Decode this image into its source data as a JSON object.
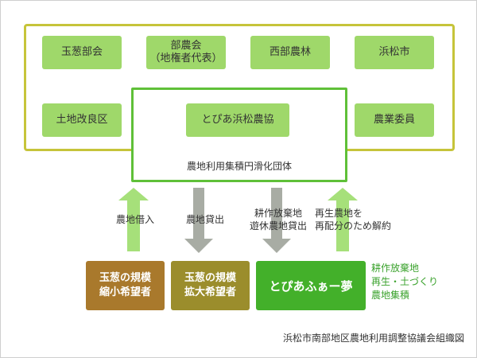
{
  "orgs": {
    "tamanegi": "玉葱部会",
    "nouka_line1": "部農会",
    "nouka_line2": "（地権者代表）",
    "seibu": "西部農林",
    "hamamatsu": "浜松市",
    "tochi": "土地改良区",
    "toppia": "とぴあ浜松農協",
    "iin": "農業委員"
  },
  "inner_group_label": "農地利用集積円滑化団体",
  "arrows": {
    "borrow": "農地借入",
    "lend": "農地貸出",
    "abandoned_line1": "耕作放棄地",
    "abandoned_line2": "遊休農地貸出",
    "renew_line1": "再生農地を",
    "renew_line2": "再配分のため解約"
  },
  "bottom": {
    "shrink_line1": "玉葱の規模",
    "shrink_line2": "縮小希望者",
    "expand_line1": "玉葱の規模",
    "expand_line2": "拡大希望者",
    "dream": "とぴあふぁー夢"
  },
  "side_notes": {
    "line1": "耕作放棄地",
    "line2": "再生・土づくり",
    "line3": "農地集積"
  },
  "caption": "浜松市南部地区農地利用調整協議会組織図",
  "colors": {
    "olive_border": "#c6c43a",
    "green_border": "#5fc038",
    "box_green": "#9fd86a",
    "brown": "#a9792c",
    "olive_dark": "#9b8d2c",
    "dream_green": "#43b02a",
    "arrow_light_green": "#a6e07a",
    "arrow_gray": "#a8aca4"
  }
}
